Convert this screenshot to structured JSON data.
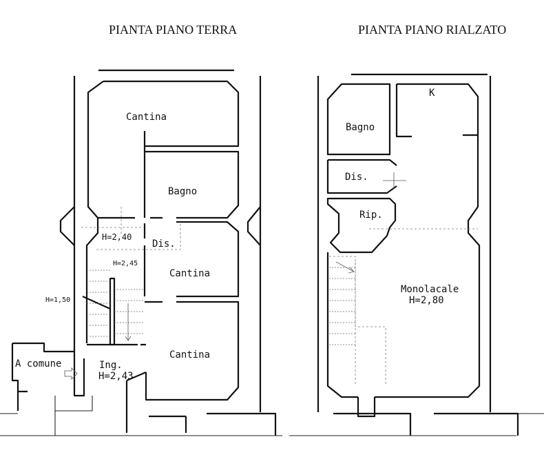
{
  "plans": {
    "ground": {
      "title": "PIANTA PIANO TERRA",
      "rooms": {
        "cantina_top": "Cantina",
        "bagno": "Bagno",
        "dis": "Dis.",
        "cantina_mid": "Cantina",
        "cantina_bottom": "Cantina",
        "comune": "A comune",
        "ing_name": "Ing.",
        "ing_height": "H=2,43"
      },
      "heights": {
        "h240": "H=2,40",
        "h245": "H=2,45",
        "h150": "H=1,50"
      }
    },
    "raised": {
      "title": "PIANTA PIANO RIALZATO",
      "rooms": {
        "k": "K",
        "bagno": "Bagno",
        "dis": "Dis.",
        "rip": "Rip.",
        "monolocale_name": "Monolacale",
        "monolocale_height": "H=2,80"
      }
    }
  }
}
